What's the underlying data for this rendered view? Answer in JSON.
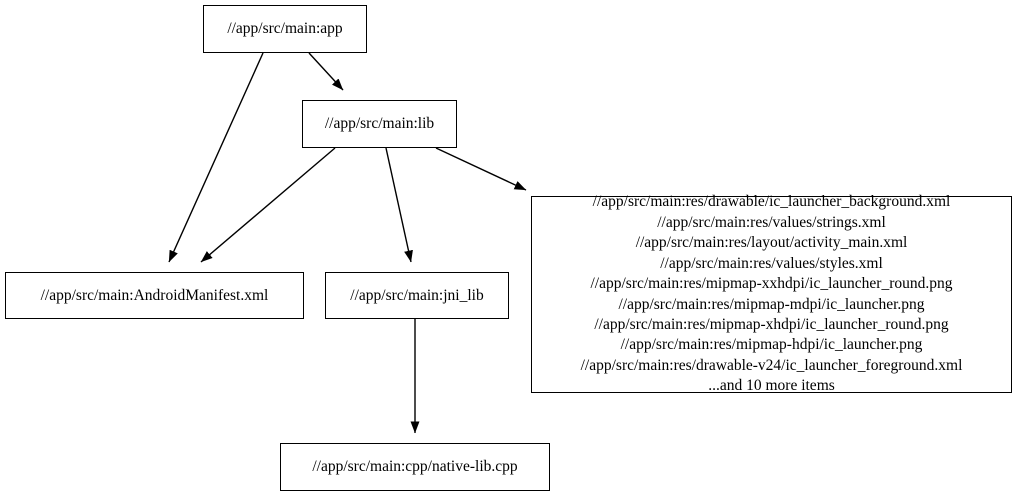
{
  "diagram": {
    "type": "directed-graph",
    "title": "Bazel build target dependency graph",
    "background_color": "#ffffff",
    "line_color": "#000000",
    "nodes": [
      {
        "id": "app",
        "label": "//app/src/main:app"
      },
      {
        "id": "lib",
        "label": "//app/src/main:lib"
      },
      {
        "id": "manifest",
        "label": "//app/src/main:AndroidManifest.xml"
      },
      {
        "id": "jni_lib",
        "label": "//app/src/main:jni_lib"
      },
      {
        "id": "res",
        "label": "//app/src/main:res/drawable/ic_launcher_background.xml\n//app/src/main:res/values/strings.xml\n//app/src/main:res/layout/activity_main.xml\n//app/src/main:res/values/styles.xml\n//app/src/main:res/mipmap-xxhdpi/ic_launcher_round.png\n//app/src/main:res/mipmap-mdpi/ic_launcher.png\n//app/src/main:res/mipmap-xhdpi/ic_launcher_round.png\n//app/src/main:res/mipmap-hdpi/ic_launcher.png\n//app/src/main:res/drawable-v24/ic_launcher_foreground.xml\n...and 10 more items",
        "lines": [
          "//app/src/main:res/drawable/ic_launcher_background.xml",
          "//app/src/main:res/values/strings.xml",
          "//app/src/main:res/layout/activity_main.xml",
          "//app/src/main:res/values/styles.xml",
          "//app/src/main:res/mipmap-xxhdpi/ic_launcher_round.png",
          "//app/src/main:res/mipmap-mdpi/ic_launcher.png",
          "//app/src/main:res/mipmap-xhdpi/ic_launcher_round.png",
          "//app/src/main:res/mipmap-hdpi/ic_launcher.png",
          "//app/src/main:res/drawable-v24/ic_launcher_foreground.xml",
          "...and 10 more items"
        ]
      },
      {
        "id": "cpp",
        "label": "//app/src/main:cpp/native-lib.cpp"
      }
    ],
    "edges": [
      {
        "from": "app",
        "to": "manifest"
      },
      {
        "from": "app",
        "to": "lib"
      },
      {
        "from": "lib",
        "to": "manifest"
      },
      {
        "from": "lib",
        "to": "jni_lib"
      },
      {
        "from": "lib",
        "to": "res"
      },
      {
        "from": "jni_lib",
        "to": "cpp"
      }
    ]
  }
}
